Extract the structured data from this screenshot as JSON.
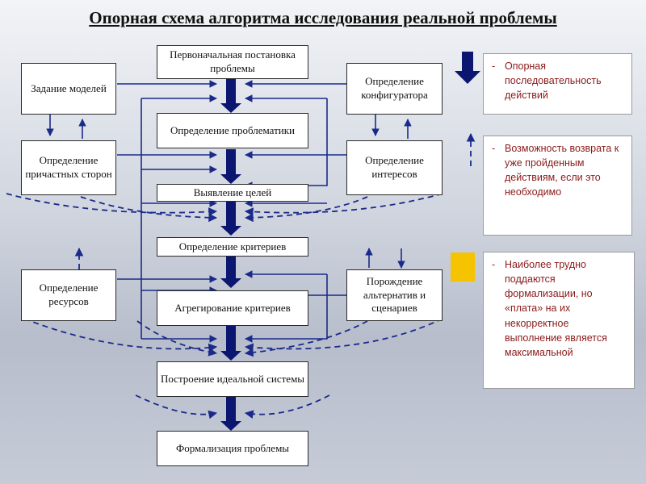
{
  "title": "Опорная схема алгоритма исследования реальной проблемы",
  "boxes": {
    "initial": "Первоначальная постановка проблемы",
    "problematics": "Определение проблематики",
    "goals": "Выявление целей",
    "criteria": "Определение критериев",
    "aggregation": "Агрегирование критериев",
    "ideal_system": "Построение идеальной системы",
    "formalization": "Формализация проблемы",
    "models": "Задание моделей",
    "stakeholders": "Определение причастных сторон",
    "resources": "Определение ресурсов",
    "configurator": "Определение конфигуратора",
    "interests": "Определение интересов",
    "alternatives": "Порождение альтернатив и сценариев"
  },
  "legend": {
    "reference_sequence": "Опорная последовательность действий",
    "return_possibility": "Возможность возврата к уже пройденным действиям, если это необходимо",
    "hard_to_formalize": "Наиболее трудно поддаются формализации, но «плата» на их некорректное выполнение является максимальной"
  },
  "colors": {
    "main_arrow": "#0a1670",
    "thin_arrow": "#1a2a8a",
    "legend_text": "#8b1a1a",
    "highlight": "#f5c300"
  }
}
